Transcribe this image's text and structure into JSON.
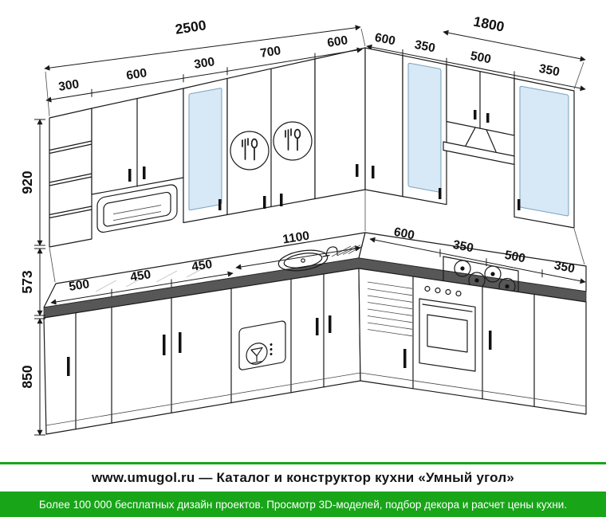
{
  "drawing": {
    "labels": [
      {
        "name": "left-run-total-width",
        "text": "2500"
      },
      {
        "name": "corner-cabinet-left-face",
        "text": "600"
      },
      {
        "name": "right-run-total-width",
        "text": "1800"
      },
      {
        "name": "corner-cabinet-right-face",
        "text": "600"
      },
      {
        "name": "upper-right-glass-width",
        "text": "350"
      },
      {
        "name": "upper-right-hood-width",
        "text": "500"
      },
      {
        "name": "upper-right-end-width",
        "text": "350"
      },
      {
        "name": "upper-left-shelf-width",
        "text": "300"
      },
      {
        "name": "upper-left-cab-width",
        "text": "600"
      },
      {
        "name": "upper-left-glass-width",
        "text": "300"
      },
      {
        "name": "upper-left-plate-cab-width",
        "text": "700"
      },
      {
        "name": "upper-cabinet-height",
        "text": "920"
      },
      {
        "name": "apron-height",
        "text": "573"
      },
      {
        "name": "base-cabinet-height",
        "text": "850"
      },
      {
        "name": "base-left-end-width",
        "text": "500"
      },
      {
        "name": "base-left-drawer-width",
        "text": "450"
      },
      {
        "name": "base-left-door-width",
        "text": "450"
      },
      {
        "name": "base-left-sink-width",
        "text": "1100"
      },
      {
        "name": "base-right-corner-width",
        "text": "600"
      },
      {
        "name": "base-right-pullout-width",
        "text": "350"
      },
      {
        "name": "base-right-stove-width",
        "text": "500"
      },
      {
        "name": "base-right-end-width",
        "text": "350"
      }
    ]
  },
  "footer": {
    "title": "www.umugol.ru — Каталог и конструктор кухни «Умный угол»",
    "subtitle": "Более 100 000 бесплатных дизайн проектов. Просмотр 3D-моделей, подбор декора и расчет цены кухни."
  },
  "colors": {
    "accent_green": "#18a518",
    "glass_blue": "#d7e8f6",
    "countertop_gray": "#575757",
    "line_black": "#1a1a1a"
  }
}
